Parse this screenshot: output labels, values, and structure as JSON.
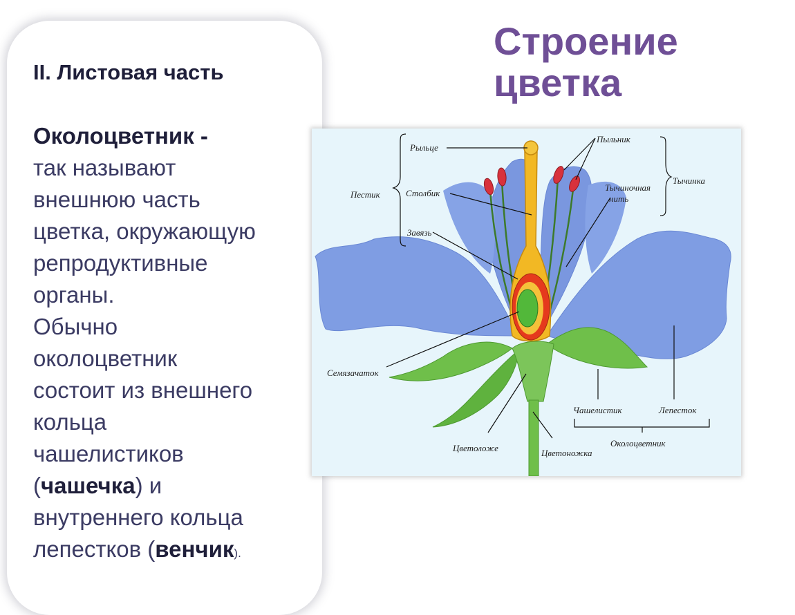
{
  "slide": {
    "title_line1": "Строение",
    "title_line2": "цветка"
  },
  "card": {
    "section": "II. Листовая часть",
    "term": "Околоцветник -",
    "line1": "так называют",
    "line2": "внешнюю часть",
    "line3": "цветка, окружающую",
    "line4": "репродуктивные",
    "line5": "органы.",
    "line6": "Обычно",
    "line7": "околоцветник",
    "line8": "состоит из внешнего",
    "line9": "кольца",
    "line10": "чашелистиков",
    "calyx_open": "(",
    "calyx": "чашечка",
    "calyx_close": ") и",
    "line12": "внутреннего кольца",
    "line13_pre": "лепестков (",
    "corolla": "венчик",
    "corolla_close": ")."
  },
  "diagram": {
    "labels": {
      "stigma": "Рыльце",
      "pistil": "Пестик",
      "style": "Столбик",
      "ovary": "Завязь",
      "ovule": "Семязачаток",
      "anther": "Пыльник",
      "filament_line1": "Тычиночная",
      "filament_line2": "нить",
      "stamen": "Тычинка",
      "sepal": "Чашелистик",
      "petal": "Лепесток",
      "receptacle": "Цветоложе",
      "pedicel": "Цветоножка",
      "perianth": "Околоцветник"
    },
    "colors": {
      "petal": "#7f9de3",
      "sepal": "#6fbf4a",
      "style": "#f2b824",
      "ovary_outer": "#e53a1d",
      "ovule": "#52b83a",
      "anther": "#d8323c"
    }
  }
}
